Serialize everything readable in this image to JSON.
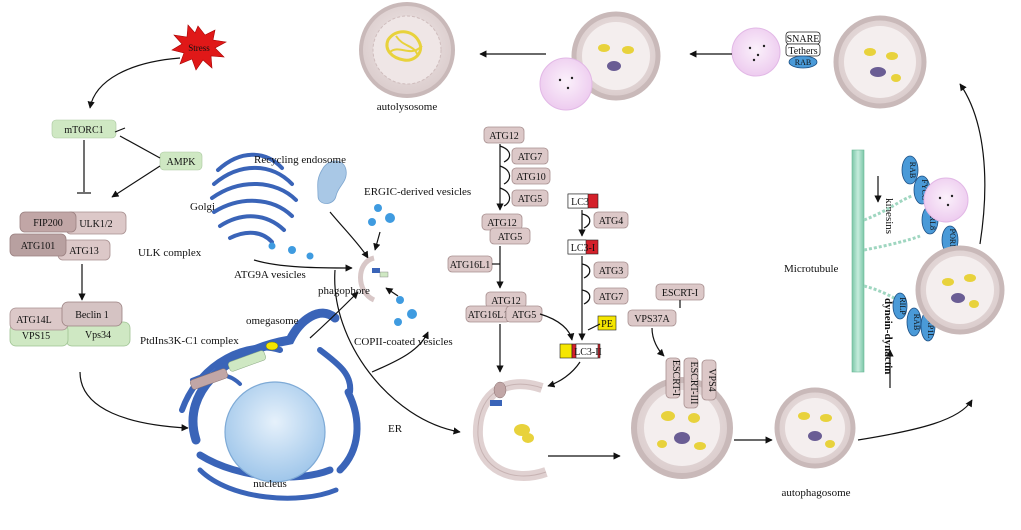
{
  "labels": {
    "stress": "Stress",
    "mtorc1": "mTORC1",
    "ampk": "AMPK",
    "fip200": "FIP200",
    "ulk12": "ULK1/2",
    "atg101": "ATG101",
    "atg13": "ATG13",
    "ulk_complex": "ULK complex",
    "atg14l": "ATG14L",
    "beclin1": "Beclin 1",
    "vps15": "VPS15",
    "vps34": "Vps34",
    "ptdins_complex": "PtdIns3K-C1 complex",
    "golgi": "Golgi",
    "recycling_endosome": "Recycling endosome",
    "ergic_vesicles": "ERGIC-derived vesicles",
    "atg9a_vesicles": "ATG9A vesicles",
    "phagophore": "phagophore",
    "omegasome": "omegasome",
    "copii_vesicles": "COPII-coated vesicles",
    "er": "ER",
    "nucleus": "nucleus",
    "autolysosome": "autolysosome",
    "autophagosome": "autophagosome",
    "microtubule": "Microtubule",
    "kinesins": "kinesins",
    "dynein_dynactin": "dynein-dynactin",
    "atg12_a": "ATG12",
    "atg7_a": "ATG7",
    "atg10": "ATG10",
    "atg5_a": "ATG5",
    "atg12_b": "ATG12",
    "atg5_b": "ATG5",
    "atg16l1_a": "ATG16L1",
    "atg12_c": "ATG12",
    "atg16l1_b": "ATG16L1",
    "atg5_c": "ATG5",
    "lc3": "LC3",
    "atg4": "ATG4",
    "lc3_i": "LC3-I",
    "atg3": "ATG3",
    "atg7_b": "ATG7",
    "pe": "PE",
    "lc3_ii": "LC3-II",
    "escrt_i_a": "ESCRT-I",
    "vps37a": "VPS37A",
    "escrt_i_b": "ESCRT-I",
    "escrt_iii": "ESCRT-III",
    "vps4": "VPS4",
    "snare": "SNARE",
    "tethers": "Tethers",
    "rab_top": "RAB",
    "rab_k": "RAB",
    "fyco": "FYCO",
    "arl8": "ARL8",
    "porm": "PORM",
    "rilp": "RILP",
    "rab_d": "RAB",
    "orp1l": "ORP1L"
  },
  "colors": {
    "stress": "#e01818",
    "lc3_red": "#d4202a",
    "yellow": "#f5e600",
    "er_blue": "#3a64b8",
    "blue_protein": "#4a9ad8",
    "green_box": "#cfe8c3",
    "microtubule": "#9fd6c0",
    "cargo_yellow": "#e8d23c",
    "cargo_purple": "#6a5d94"
  }
}
